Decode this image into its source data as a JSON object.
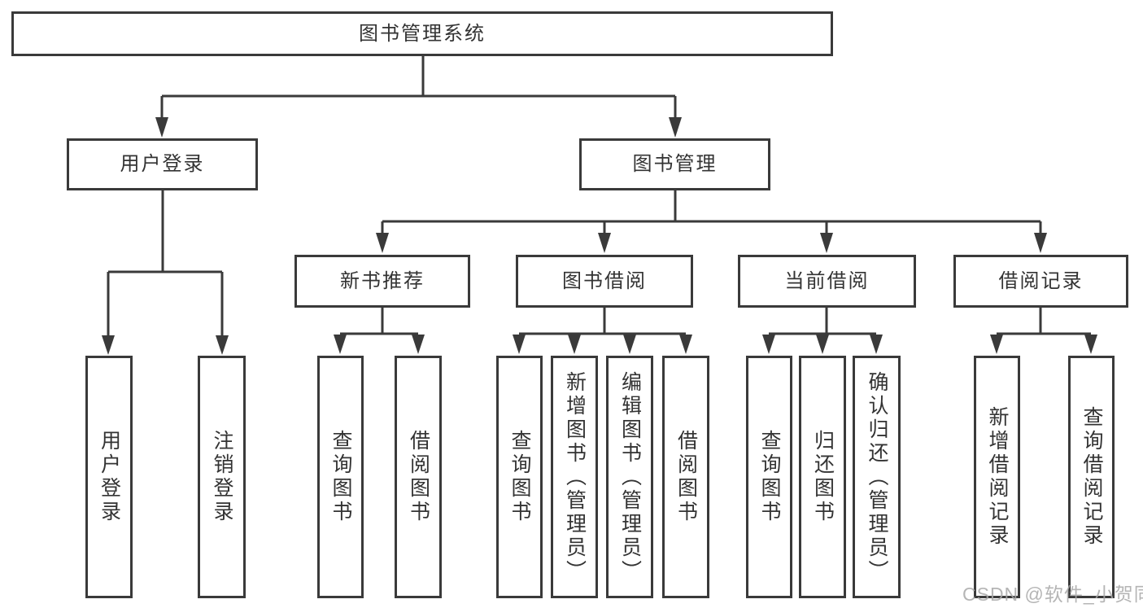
{
  "diagram": {
    "root": "图书管理系统",
    "level2": [
      "用户登录",
      "图书管理"
    ],
    "level3": [
      "新书推荐",
      "图书借阅",
      "当前借阅",
      "借阅记录"
    ],
    "leaves": {
      "user": [
        "用户登录",
        "注销登录"
      ],
      "recommend": [
        "查询图书",
        "借阅图书"
      ],
      "borrow": [
        "查询图书",
        "新增图书（管理员）",
        "编辑图书（管理员）",
        "借阅图书"
      ],
      "current": [
        "查询图书",
        "归还图书",
        "确认归还（管理员）"
      ],
      "records": [
        "新增借阅记录",
        "查询借阅记录"
      ]
    }
  },
  "watermark": {
    "text": "CSDN @软件_小贺同学"
  },
  "colors": {
    "line": "#3a3a3a",
    "text": "#333333",
    "background": "#ffffff",
    "watermark": "#a8a8a8"
  }
}
